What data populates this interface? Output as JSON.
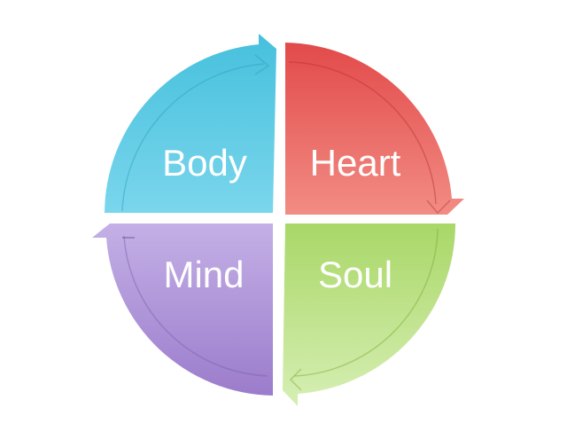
{
  "quadrants": [
    {
      "id": "body",
      "label": "Body",
      "color": "#4fc4df"
    },
    {
      "id": "heart",
      "label": "Heart",
      "color": "#e8605e"
    },
    {
      "id": "mind",
      "label": "Mind",
      "color": "#ae91d6"
    },
    {
      "id": "soul",
      "label": "Soul",
      "color": "#b4dc7c"
    }
  ],
  "flow_direction": "clockwise"
}
